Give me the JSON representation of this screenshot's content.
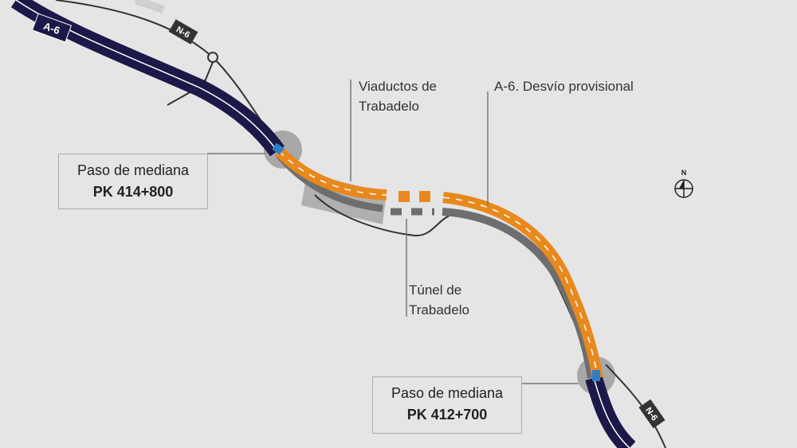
{
  "road_labels": {
    "a6": "A-6",
    "n6_top": "N-6",
    "n6_bottom": "N-6"
  },
  "callouts": {
    "viaductos": [
      "Viaductos de",
      "Trabadelo"
    ],
    "desvio": "A-6. Desvío provisional",
    "tunel": [
      "Túnel de",
      "Trabadelo"
    ],
    "paso_norte": {
      "title": "Paso de mediana",
      "pk": "PK 414+800"
    },
    "paso_sur": {
      "title": "Paso de mediana",
      "pk": "PK 412+700"
    }
  },
  "compass": {
    "label": "N"
  },
  "colors": {
    "a6": "#1c1848",
    "desvio": "#e8891e",
    "existing": "#6e6e70",
    "crossing": "#2f7fc8",
    "background": "#e6e5e6"
  }
}
